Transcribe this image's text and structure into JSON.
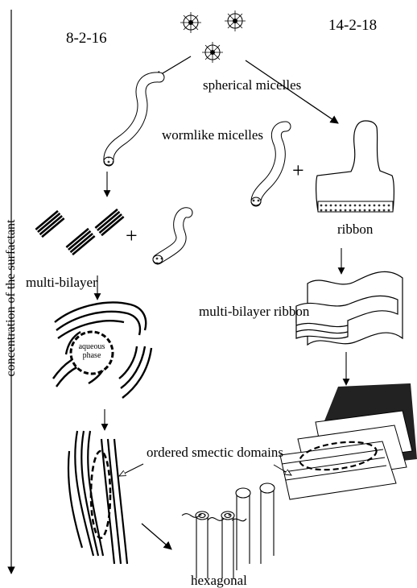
{
  "labels": {
    "left_series": "8-2-16",
    "right_series": "14-2-18",
    "spherical": "spherical micelles",
    "wormlike": "wormlike micelles",
    "ribbon": "ribbon",
    "multi_bilayer": "multi-bilayer",
    "multi_bilayer_ribbon": "multi-bilayer ribbon",
    "aqueous_phase": "aqueous phase",
    "ordered_smectic": "ordered smectic domains",
    "hexagonal": "hexagonal",
    "axis": "concentration of the surfactant",
    "plus": "+"
  }
}
